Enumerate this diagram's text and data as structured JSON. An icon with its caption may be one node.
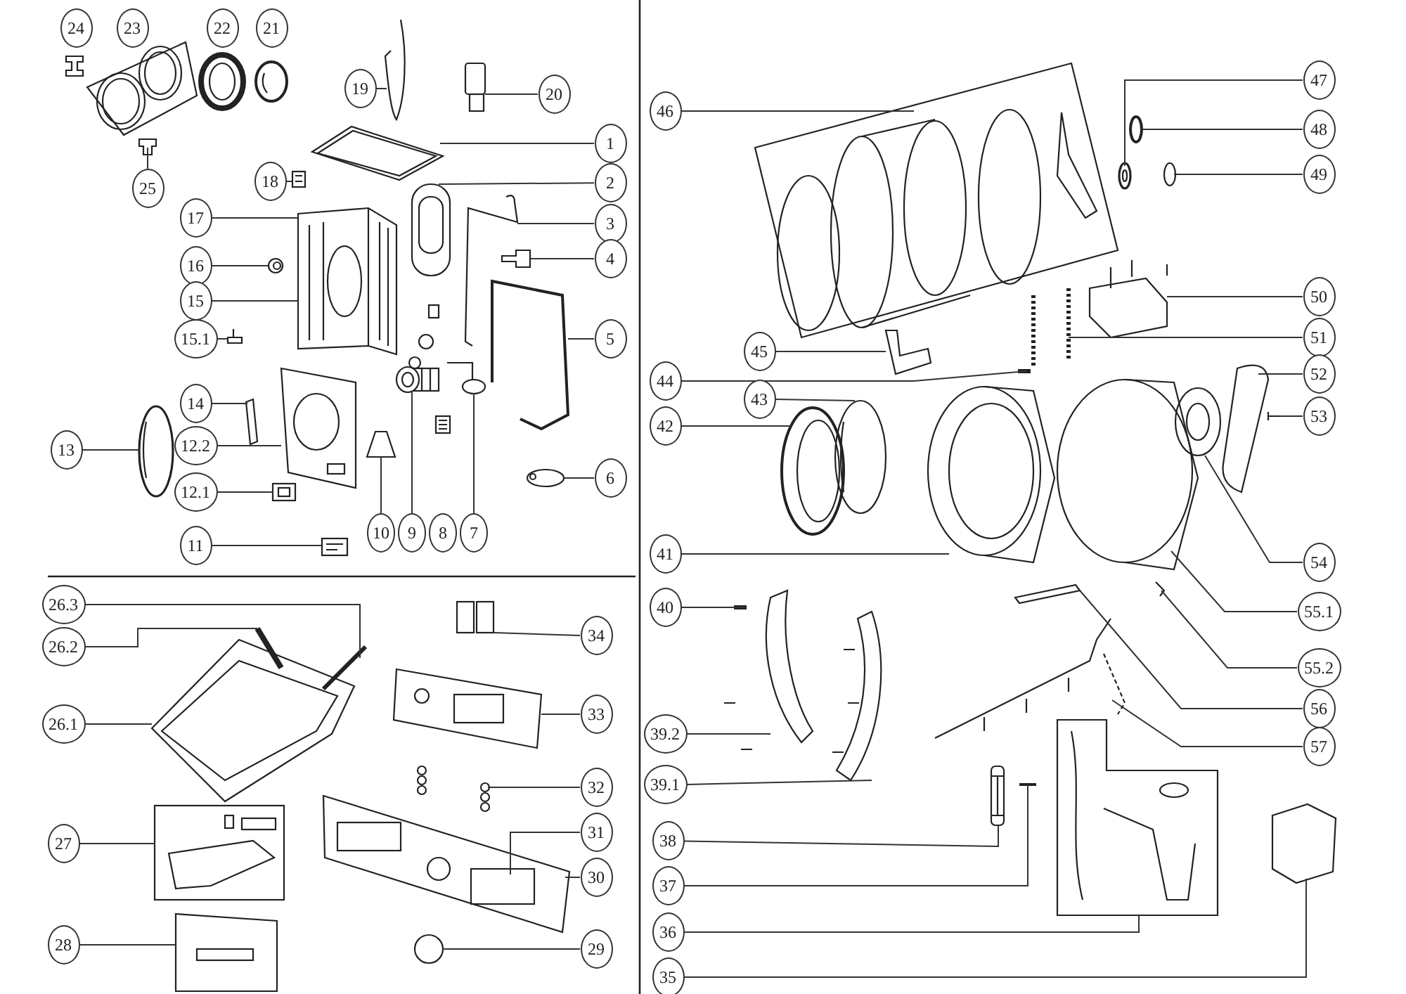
{
  "diagram": {
    "nodes": [
      {
        "text": [
          "24"
        ]
      },
      {
        "text": [
          "23"
        ]
      },
      {
        "text": [
          "22"
        ]
      },
      {
        "text": [
          "21"
        ]
      },
      {
        "text": [
          "19"
        ]
      },
      {
        "text": [
          "20"
        ]
      },
      {
        "text": [
          "1"
        ]
      },
      {
        "text": [
          "25"
        ]
      },
      {
        "text": [
          "18"
        ]
      },
      {
        "text": [
          "2"
        ]
      },
      {
        "text": [
          "17"
        ]
      },
      {
        "text": [
          "3"
        ]
      },
      {
        "text": [
          "16"
        ]
      },
      {
        "text": [
          "4"
        ]
      },
      {
        "text": [
          "15"
        ]
      },
      {
        "text": [
          "15.1"
        ]
      },
      {
        "text": [
          "5"
        ]
      },
      {
        "text": [
          "14"
        ]
      },
      {
        "text": [
          "12.2"
        ]
      },
      {
        "text": [
          "13"
        ]
      },
      {
        "text": [
          "6"
        ]
      },
      {
        "text": [
          "12.1"
        ]
      },
      {
        "text": [
          "10"
        ]
      },
      {
        "text": [
          "9"
        ]
      },
      {
        "text": [
          "8"
        ]
      },
      {
        "text": [
          "7"
        ]
      },
      {
        "text": [
          "11"
        ]
      },
      {
        "text": [
          "26.3"
        ]
      },
      {
        "text": [
          "26.2"
        ]
      },
      {
        "text": [
          "34"
        ]
      },
      {
        "text": [
          "26.1"
        ]
      },
      {
        "text": [
          "33"
        ]
      },
      {
        "text": [
          "32"
        ]
      },
      {
        "text": [
          "27"
        ]
      },
      {
        "text": [
          "31"
        ]
      },
      {
        "text": [
          "30"
        ]
      },
      {
        "text": [
          "28"
        ]
      },
      {
        "text": [
          "29"
        ]
      },
      {
        "text": [
          "46"
        ]
      },
      {
        "text": [
          "47"
        ]
      },
      {
        "text": [
          "48"
        ]
      },
      {
        "text": [
          "49"
        ]
      },
      {
        "text": [
          "50"
        ]
      },
      {
        "text": [
          "51"
        ]
      },
      {
        "text": [
          "45"
        ]
      },
      {
        "text": [
          "44"
        ]
      },
      {
        "text": [
          "52"
        ]
      },
      {
        "text": [
          "43"
        ]
      },
      {
        "text": [
          "53"
        ]
      },
      {
        "text": [
          "42"
        ]
      },
      {
        "text": [
          "41"
        ]
      },
      {
        "text": [
          "54"
        ]
      },
      {
        "text": [
          "40"
        ]
      },
      {
        "text": [
          "55.1"
        ]
      },
      {
        "text": [
          "55.2"
        ]
      },
      {
        "text": [
          "56"
        ]
      },
      {
        "text": [
          "39.2"
        ]
      },
      {
        "text": [
          "57"
        ]
      },
      {
        "text": [
          "39.1"
        ]
      },
      {
        "text": [
          "38"
        ]
      },
      {
        "text": [
          "37"
        ]
      },
      {
        "text": [
          "36"
        ]
      },
      {
        "text": [
          "35"
        ]
      },
      {
        "text": [],
        "shape": "picture"
      },
      {
        "text": [],
        "shape": "picture"
      },
      {
        "text": [],
        "shape": "picture"
      },
      {
        "text": [],
        "shape": "picture"
      },
      {
        "text": [],
        "shape": "picture"
      },
      {
        "text": [],
        "shape": "picture"
      },
      {
        "text": [],
        "shape": "picture"
      },
      {
        "text": [],
        "shape": "picture"
      },
      {
        "text": [],
        "shape": "picture"
      },
      {
        "text": [],
        "shape": "picture"
      },
      {
        "text": [],
        "shape": "picture"
      },
      {
        "text": [],
        "shape": "picture"
      },
      {
        "text": [],
        "shape": "picture"
      },
      {
        "text": [],
        "shape": "picture"
      },
      {
        "text": [],
        "shape": "picture"
      },
      {
        "text": [],
        "shape": "picture"
      },
      {
        "text": [],
        "shape": "picture"
      },
      {
        "text": [],
        "shape": "picture"
      },
      {
        "text": [],
        "shape": "picture"
      },
      {
        "text": [],
        "shape": "picture"
      },
      {
        "text": [],
        "shape": "picture"
      },
      {
        "text": [],
        "shape": "picture"
      },
      {
        "text": [],
        "shape": "picture"
      },
      {
        "text": [],
        "shape": "picture"
      },
      {
        "text": [],
        "shape": "picture"
      },
      {
        "text": [],
        "shape": "picture"
      },
      {
        "text": [],
        "shape": "picture"
      },
      {
        "text": [],
        "shape": "picture"
      },
      {
        "text": [],
        "shape": "picture"
      },
      {
        "text": [],
        "shape": "picture"
      },
      {
        "text": [],
        "shape": "picture"
      },
      {
        "text": [],
        "shape": "picture"
      },
      {
        "text": [],
        "shape": "picture"
      },
      {
        "text": [],
        "shape": "picture"
      },
      {
        "text": [],
        "shape": "picture"
      },
      {
        "text": [],
        "shape": "picture"
      },
      {
        "text": [],
        "shape": "picture"
      },
      {
        "text": [],
        "shape": "picture"
      },
      {
        "text": [],
        "shape": "picture"
      },
      {
        "text": [],
        "shape": "picture"
      },
      {
        "text": [],
        "shape": "picture"
      },
      {
        "text": [],
        "shape": "picture"
      },
      {
        "text": [],
        "shape": "picture"
      },
      {
        "text": [],
        "shape": "picture"
      },
      {
        "text": [],
        "shape": "picture"
      },
      {
        "text": [],
        "shape": "picture"
      },
      {
        "text": [],
        "shape": "picture"
      },
      {
        "text": [],
        "shape": "picture"
      },
      {
        "text": [],
        "shape": "picture"
      },
      {
        "text": [],
        "shape": "picture"
      },
      {
        "text": [],
        "shape": "picture"
      },
      {
        "text": [],
        "shape": "picture"
      },
      {
        "text": [],
        "shape": "picture"
      },
      {
        "text": [],
        "shape": "picture"
      },
      {
        "text": [],
        "shape": "picture"
      },
      {
        "text": [],
        "shape": "picture"
      },
      {
        "text": [],
        "shape": "picture"
      },
      {
        "text": [],
        "shape": "picture"
      },
      {
        "text": [],
        "shape": "picture"
      },
      {
        "text": [],
        "shape": "picture"
      },
      {
        "text": [],
        "shape": "picture"
      }
    ],
    "edges": [
      {
        "from": 4,
        "to": 68,
        "arrow": "none"
      },
      {
        "from": 5,
        "to": 69,
        "arrow": "none"
      },
      {
        "from": 6,
        "to": 70,
        "arrow": "none"
      },
      {
        "from": 7,
        "to": 67,
        "arrow": "none"
      },
      {
        "from": 8,
        "to": 71,
        "arrow": "none"
      },
      {
        "from": 9,
        "to": 72,
        "arrow": "none"
      },
      {
        "from": 10,
        "to": 73,
        "arrow": "none"
      },
      {
        "from": 11,
        "to": 74,
        "arrow": "none"
      },
      {
        "from": 12,
        "to": 75,
        "arrow": "none"
      },
      {
        "from": 13,
        "to": 76,
        "arrow": "none"
      },
      {
        "from": 14,
        "to": 73,
        "arrow": "none"
      },
      {
        "from": 15,
        "to": 77,
        "arrow": "none"
      },
      {
        "from": 16,
        "to": 78,
        "arrow": "none"
      },
      {
        "from": 17,
        "to": 79,
        "arrow": "none"
      },
      {
        "from": 18,
        "to": 80,
        "arrow": "none"
      },
      {
        "from": 19,
        "to": 81,
        "arrow": "none"
      },
      {
        "from": 20,
        "to": 82,
        "arrow": "none"
      },
      {
        "from": 21,
        "to": 83,
        "arrow": "none"
      },
      {
        "from": 22,
        "to": 84,
        "arrow": "none"
      },
      {
        "from": 23,
        "to": 85,
        "arrow": "none"
      },
      {
        "from": 25,
        "to": 87,
        "arrow": "none"
      },
      {
        "from": 26,
        "to": 88,
        "arrow": "none"
      },
      {
        "from": 27,
        "to": 91,
        "arrow": "none"
      },
      {
        "from": 28,
        "to": 90,
        "arrow": "none"
      },
      {
        "from": 30,
        "to": 89,
        "arrow": "none"
      },
      {
        "from": 33,
        "to": 92,
        "arrow": "none"
      },
      {
        "from": 36,
        "to": 93,
        "arrow": "none"
      },
      {
        "from": 29,
        "to": 94,
        "arrow": "none"
      },
      {
        "from": 31,
        "to": 95,
        "arrow": "none"
      },
      {
        "from": 32,
        "to": 96,
        "arrow": "none"
      },
      {
        "from": 34,
        "to": 97,
        "arrow": "none"
      },
      {
        "from": 35,
        "to": 97,
        "arrow": "none"
      },
      {
        "from": 37,
        "to": 98,
        "arrow": "none"
      },
      {
        "from": 38,
        "to": 99,
        "arrow": "none"
      },
      {
        "from": 39,
        "to": 100,
        "arrow": "none"
      },
      {
        "from": 40,
        "to": 101,
        "arrow": "none"
      },
      {
        "from": 41,
        "to": 102,
        "arrow": "none"
      },
      {
        "from": 42,
        "to": 103,
        "arrow": "none"
      },
      {
        "from": 43,
        "to": 104,
        "arrow": "none"
      },
      {
        "from": 44,
        "to": 105,
        "arrow": "none"
      },
      {
        "from": 45,
        "to": 106,
        "arrow": "none"
      },
      {
        "from": 46,
        "to": 107,
        "arrow": "none"
      },
      {
        "from": 47,
        "to": 108,
        "arrow": "none"
      },
      {
        "from": 48,
        "to": 109,
        "arrow": "none"
      },
      {
        "from": 49,
        "to": 110,
        "arrow": "none"
      },
      {
        "from": 50,
        "to": 111,
        "arrow": "none"
      },
      {
        "from": 51,
        "to": 113,
        "arrow": "none"
      },
      {
        "from": 52,
        "to": 114,
        "arrow": "none"
      },
      {
        "from": 53,
        "to": 112,
        "arrow": "none"
      },
      {
        "from": 54,
        "to": 115,
        "arrow": "none"
      },
      {
        "from": 55,
        "to": 116,
        "arrow": "none"
      },
      {
        "from": 56,
        "to": 117,
        "arrow": "none"
      },
      {
        "from": 57,
        "to": 118,
        "arrow": "none"
      },
      {
        "from": 58,
        "to": 119,
        "arrow": "none"
      },
      {
        "from": 59,
        "to": 120,
        "arrow": "none"
      },
      {
        "from": 60,
        "to": 121,
        "arrow": "none"
      },
      {
        "from": 61,
        "to": 122,
        "arrow": "none"
      },
      {
        "from": 62,
        "to": 123,
        "arrow": "none"
      }
    ]
  }
}
